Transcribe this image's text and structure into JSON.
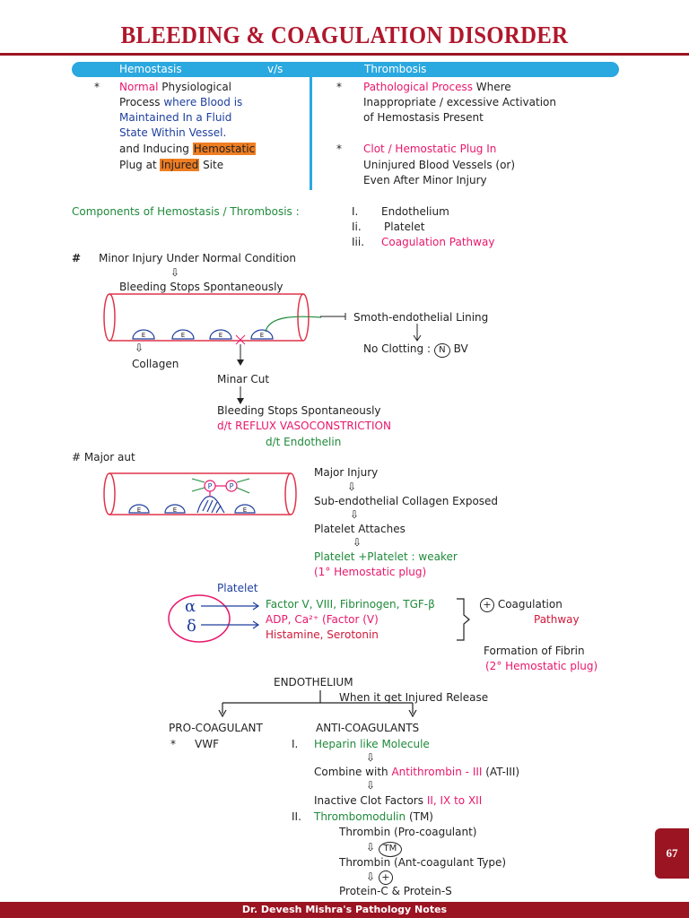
{
  "title": "BLEEDING & COAGULATION DISORDER",
  "comparison": {
    "left_header": "Hemostasis",
    "vs": "v/s",
    "right_header": "Thrombosis",
    "bullet": "*",
    "left_lines": [
      [
        "Normal",
        " Physiological"
      ],
      [
        "Process ",
        "where Blood is"
      ],
      [
        "Maintained In a Fluid"
      ],
      [
        "State Within Vessel."
      ],
      [
        "and Inducing ",
        "Hemostatic"
      ],
      [
        "Plug at ",
        "Injured",
        " Site"
      ]
    ],
    "right_lines": [
      [
        "Pathological Process",
        " Where"
      ],
      [
        "Inappropriate / excessive Activation"
      ],
      [
        "of Hemostasis Present"
      ],
      [
        "Clot / Hemostatic Plug In"
      ],
      [
        "Uninjured Blood Vessels (or)"
      ],
      [
        "Even After Minor Injury"
      ]
    ]
  },
  "components": {
    "heading": "Components of Hemostasis / Thrombosis :",
    "items": [
      {
        "num": "I.",
        "text": "Endothelium"
      },
      {
        "num": "Ii.",
        "text": "Platelet"
      },
      {
        "num": "Iii.",
        "text": "Coagulation Pathway"
      }
    ]
  },
  "minor": {
    "hash": "#",
    "heading": "Minor Injury Under Normal Condition",
    "down": "⇩",
    "stops": "Bleeding Stops Spontaneously",
    "endo_label": "Smoth-endothelial Lining",
    "no_clotting": "No Clotting :",
    "n": "N",
    "bv": "BV",
    "collagen": "Collagen",
    "cut": "Minar Cut",
    "stops2": "Bleeding Stops Spontaneously",
    "reflux": "d/t REFLUX VASOCONSTRICTION",
    "endothelin": "d/t Endothelin",
    "cell": "E"
  },
  "major": {
    "heading": "# Major aut",
    "p": "P",
    "steps": [
      "Major Injury",
      "Sub-endothelial Collagen Exposed",
      "Platelet Attaches",
      "Platelet +Platelet : weaker",
      "(1° Hemostatic plug)"
    ]
  },
  "platelet": {
    "label": "Platelet",
    "alpha": "α",
    "delta": "δ",
    "line1": "Factor V, VIII, Fibrinogen, TGF-β",
    "line2": "ADP, Ca²⁺ (Factor (V)",
    "line3": "Histamine, Serotonin",
    "plus": "+",
    "coag": "Coagulation",
    "pathway": "Pathway",
    "fibrin": "Formation of Fibrin",
    "secondary": "(2° Hemostatic plug)"
  },
  "endothelium": {
    "heading": "ENDOTHELIUM",
    "release": "When it get Injured Release",
    "pro": "PRO-COAGULANT",
    "anti": "ANTI-COAGULANTS",
    "pro_bullet": "*",
    "vwf": "VWF",
    "i": "I.",
    "heparin": "Heparin like Molecule",
    "combine": "Combine with ",
    "antithrombin": "Antithrombin - III",
    "at3": " (AT-III)",
    "inactive": "Inactive Clot Factors ",
    "factors": "II, IX to XII",
    "ii": "II.",
    "thrombomodulin": "Thrombomodulin",
    "tm_paren": " (TM)",
    "thrombin_pro": "Thrombin (Pro-coagulant)",
    "tm": "TM",
    "thrombin_anti": "Thrombin (Ant-coagulant Type)",
    "plus": "+",
    "protein": "Protein-C & Protein-S"
  },
  "page_number": "67",
  "footer": "Dr. Devesh Mishra's Pathology Notes"
}
